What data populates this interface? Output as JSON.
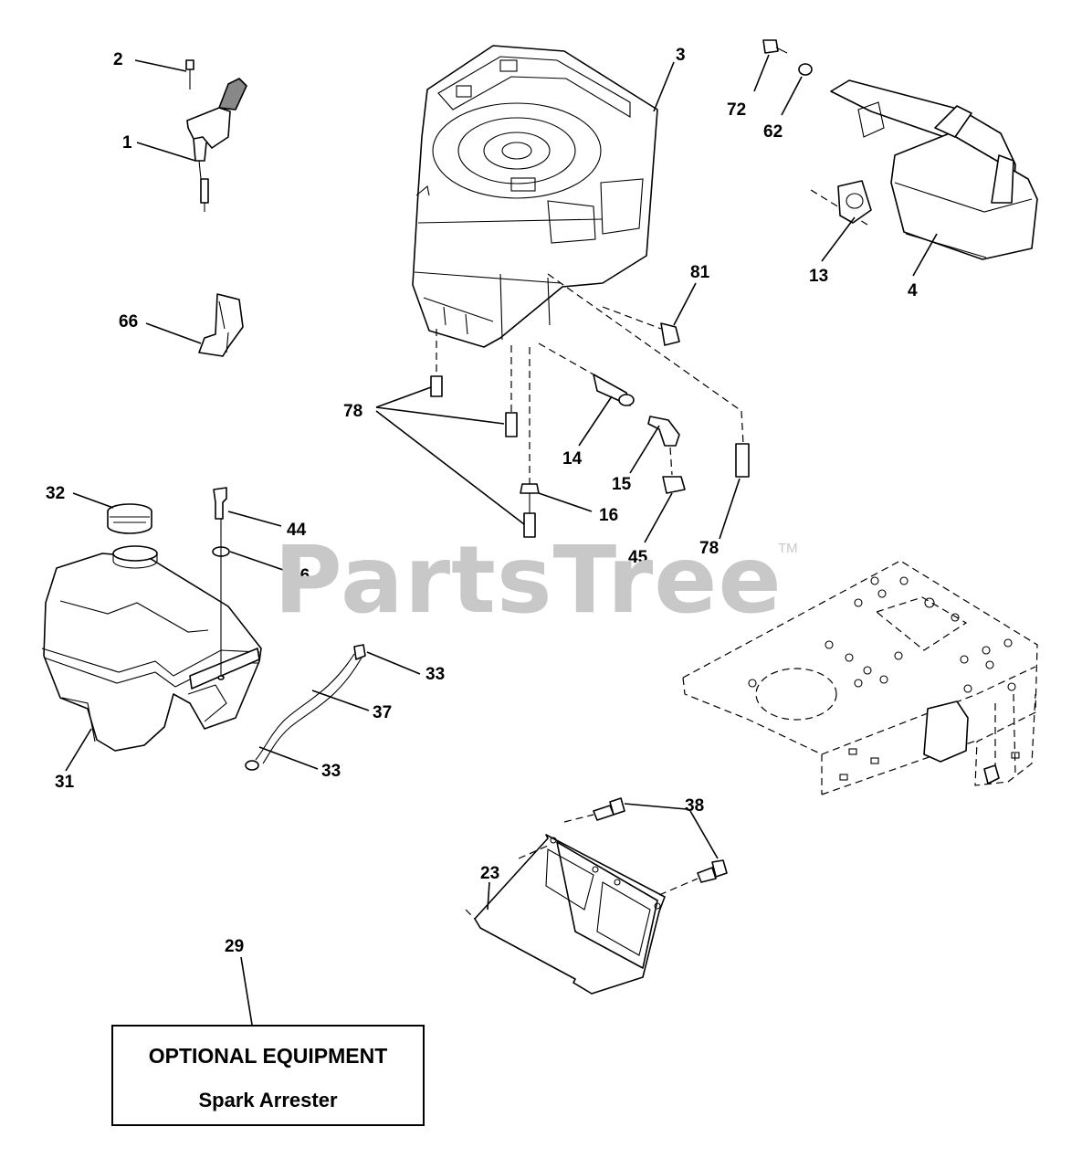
{
  "watermark": {
    "text": "PartsTree",
    "trademark": "TM"
  },
  "optional_box": {
    "title": "OPTIONAL EQUIPMENT",
    "subtitle": "Spark Arrester"
  },
  "callouts": [
    "1",
    "2",
    "3",
    "4",
    "13",
    "14",
    "15",
    "16",
    "23",
    "29",
    "31",
    "32",
    "33",
    "33",
    "37",
    "38",
    "44",
    "45",
    "46",
    "62",
    "66",
    "72",
    "78",
    "78",
    "81"
  ]
}
